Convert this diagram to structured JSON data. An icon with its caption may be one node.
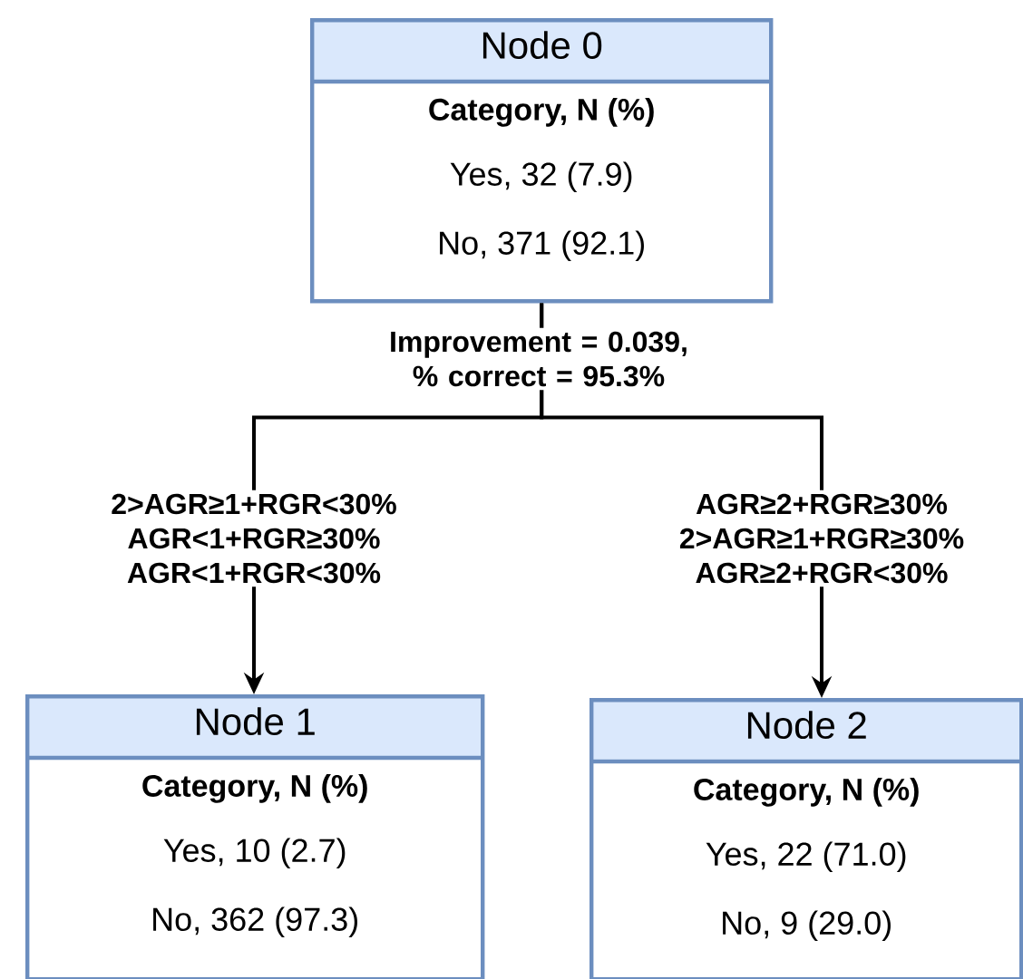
{
  "diagram": {
    "nodes": [
      {
        "text": [
          "Node 0",
          "Category, N (%)",
          "Yes, 32 (7.9)",
          "No, 371 (92.1)"
        ]
      },
      {
        "text": [
          "Node 1",
          "Category, N (%)",
          "Yes, 10 (2.7)",
          "No, 362 (97.3)"
        ]
      },
      {
        "text": [
          "Node 2",
          "Category, N (%)",
          "Yes, 22 (71.0)",
          "No, 9 (29.0)"
        ]
      }
    ],
    "edges": [
      {
        "from": 0,
        "to": 1,
        "arrow": "to",
        "label": "2>AGR≥1+RGR<30% AGR<1+RGR≥30% AGR<1+RGR<30%"
      },
      {
        "from": 0,
        "to": 2,
        "arrow": "to",
        "label": "AGR≥2+RGR≥30% 2>AGR≥1+RGR≥30% AGR≥2+RGR<30%"
      }
    ],
    "labels": [
      "Improvement = 0.039, % correct = 95.3%"
    ]
  }
}
